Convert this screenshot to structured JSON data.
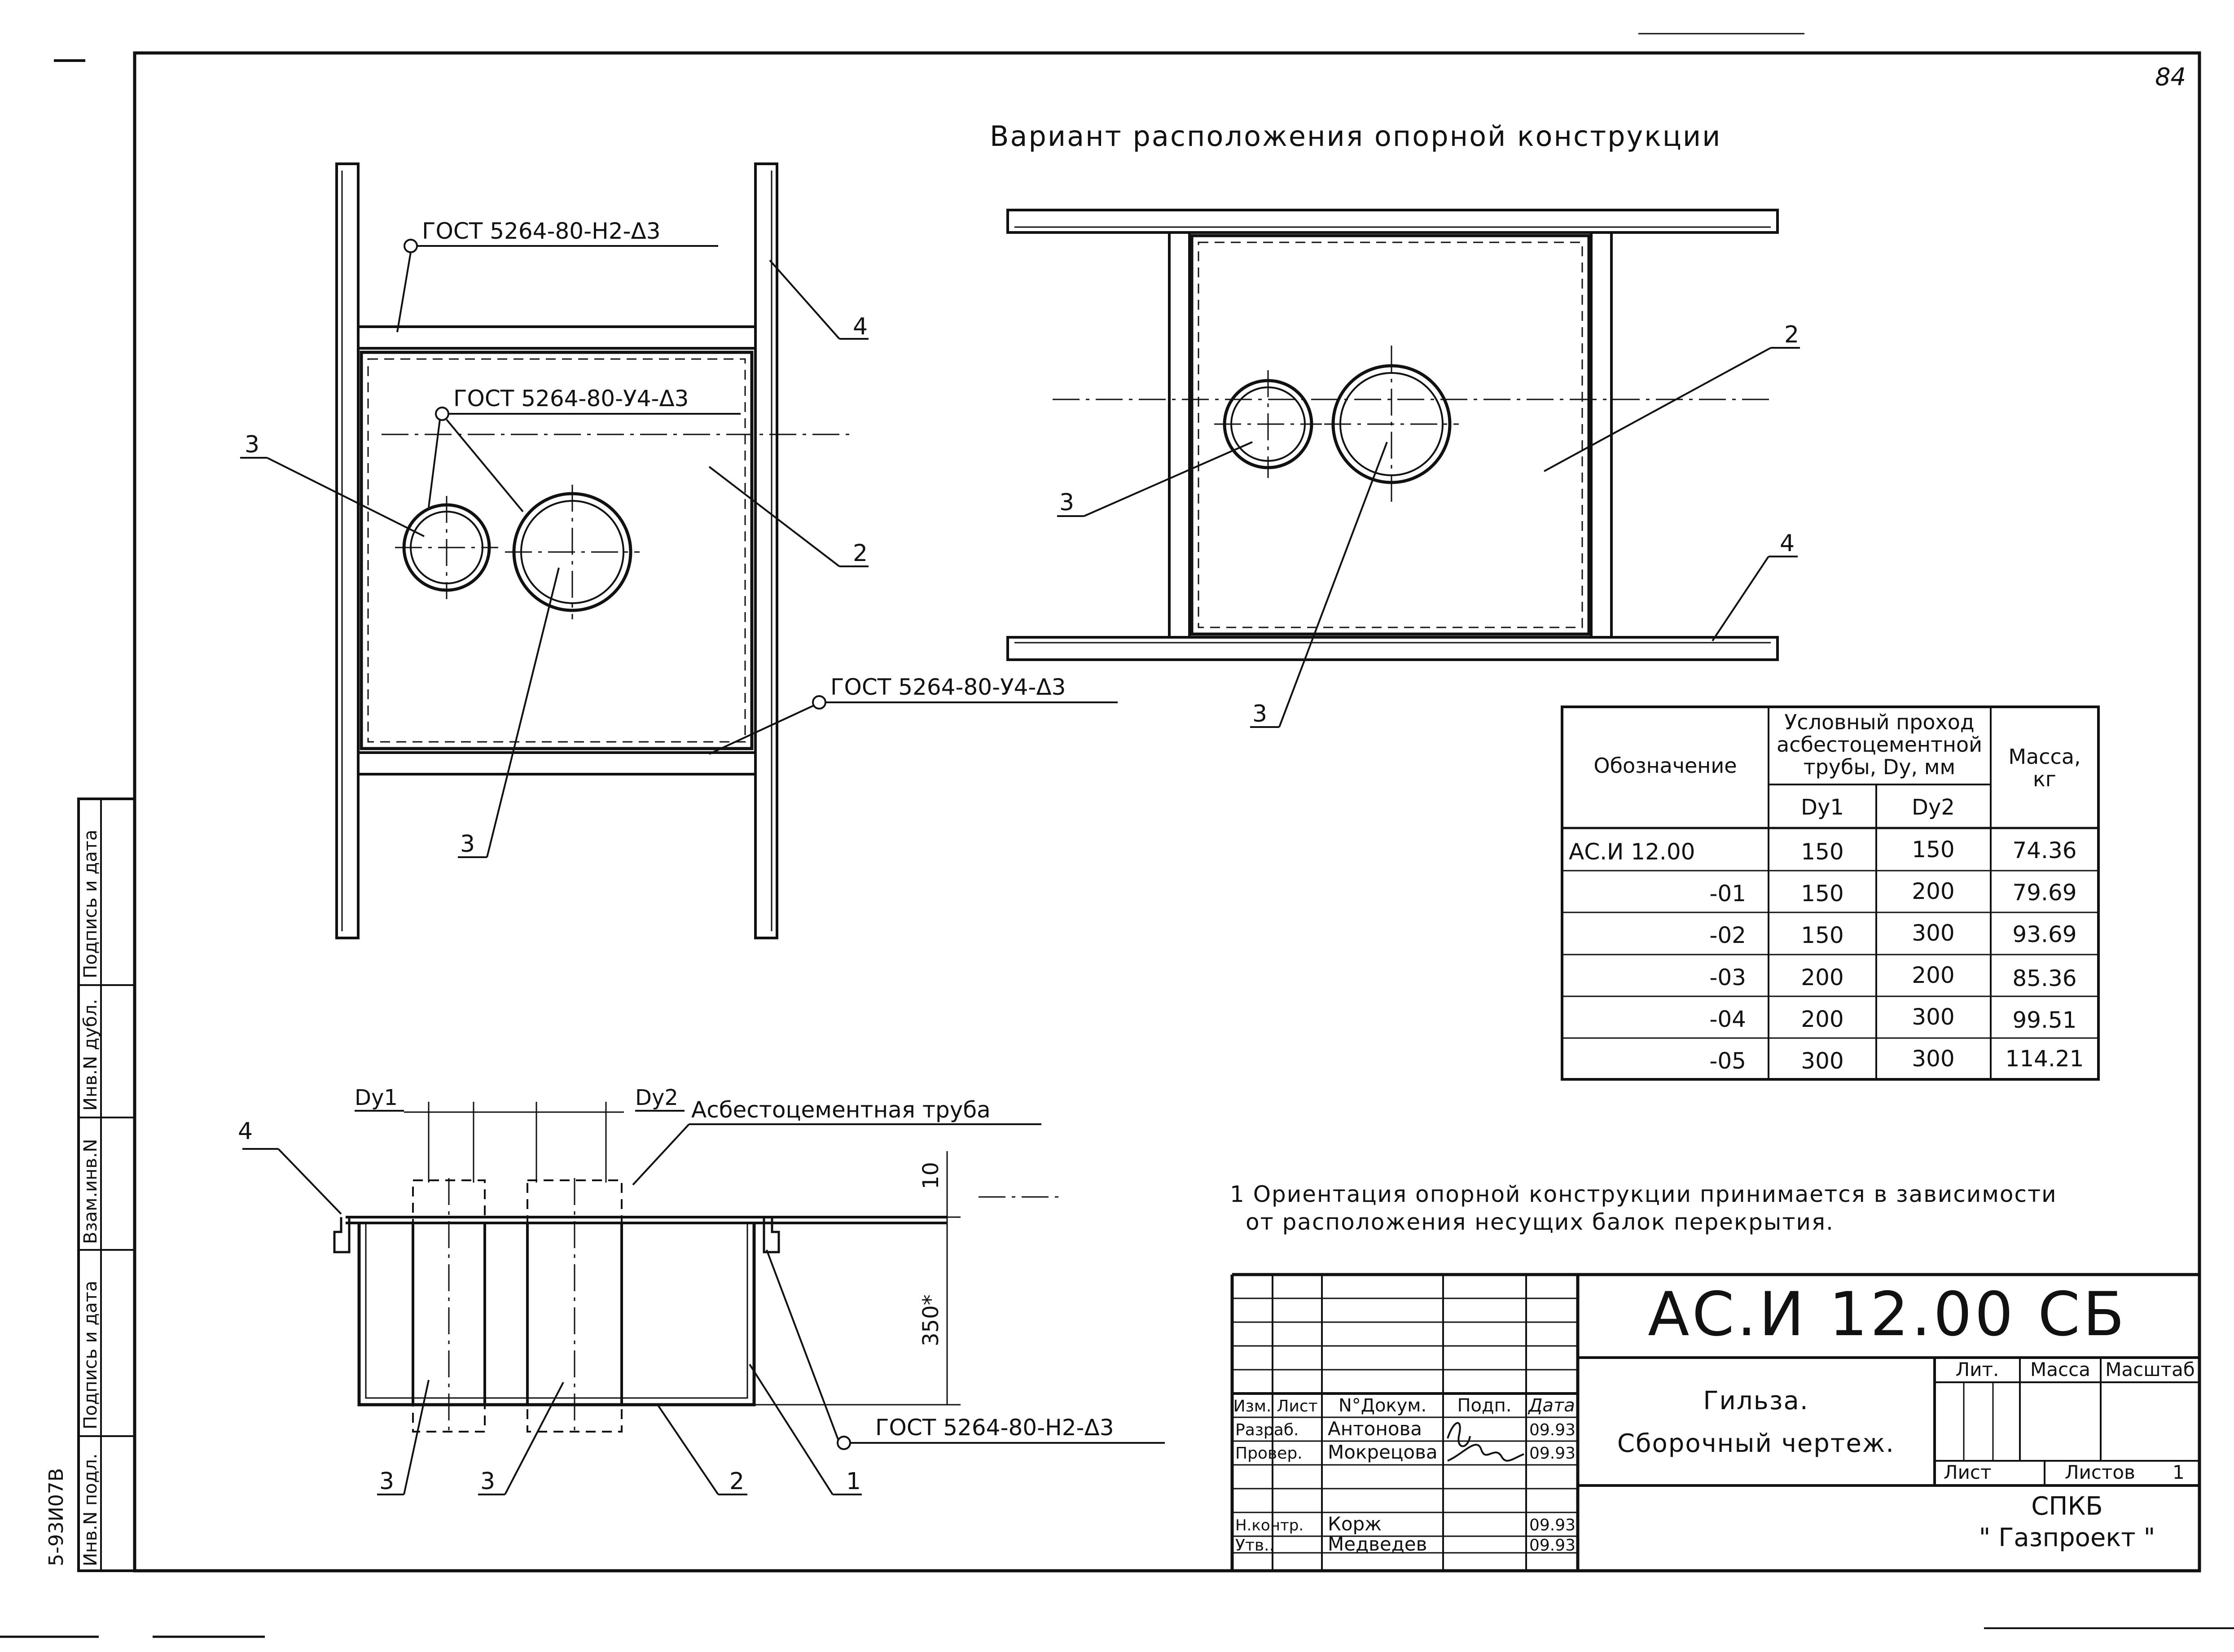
{
  "sheet_number": "84",
  "section_title": "Вариант расположения опорной конструкции",
  "weld_labels": {
    "top_left": "ГОСТ 5264-80-Н2-Δ3",
    "pipes": "ГОСТ 5264-80-У4-Δ3",
    "bottom_left": "ГОСТ 5264-80-У4-Δ3",
    "section": "ГОСТ 5264-80-Н2-Δ3"
  },
  "callouts": {
    "main_4": "4",
    "main_3a": "3",
    "main_2": "2",
    "main_3b": "3",
    "var_2": "2",
    "var_3a": "3",
    "var_4": "4",
    "var_3b": "3",
    "sec_4": "4",
    "sec_3a": "3",
    "sec_3b": "3",
    "sec_2": "2",
    "sec_1": "1"
  },
  "section_view": {
    "dy1": "Dу1",
    "dy2": "Dу2",
    "pipe_label": "Асбестоцементная труба",
    "dim_top": "10",
    "dim_height": "350*"
  },
  "note": {
    "line1": "1 Ориентация опорной конструкции принимается в зависимости",
    "line2": "от расположения несущих балок перекрытия."
  },
  "table": {
    "header_designation": "Обозначение",
    "header_passage_1": "Условный проход",
    "header_passage_2": "асбестоцементной",
    "header_passage_3": "трубы, Dу, мм",
    "header_mass_1": "Масса,",
    "header_mass_2": "кг",
    "sub_dy1": "Dу1",
    "sub_dy2": "Dу2",
    "rows": [
      {
        "designation": "АС.И 12.00",
        "dy1": "150",
        "dy2": "150",
        "mass": "74.36"
      },
      {
        "designation": "-01",
        "dy1": "150",
        "dy2": "200",
        "mass": "79.69"
      },
      {
        "designation": "-02",
        "dy1": "150",
        "dy2": "300",
        "mass": "93.69"
      },
      {
        "designation": "-03",
        "dy1": "200",
        "dy2": "200",
        "mass": "85.36"
      },
      {
        "designation": "-04",
        "dy1": "200",
        "dy2": "300",
        "mass": "99.51"
      },
      {
        "designation": "-05",
        "dy1": "300",
        "dy2": "300",
        "mass": "114.21"
      }
    ]
  },
  "title_block": {
    "code": "АС.И 12.00 СБ",
    "name_1": "Гильза.",
    "name_2": "Сборочный чертеж.",
    "col_izm": "Изм.",
    "col_list": "Лист",
    "col_doc": "N°Докум.",
    "col_sign": "Подп.",
    "col_date": "Дата",
    "lit": "Лит.",
    "massa": "Масса",
    "masshtab": "Масштаб",
    "list": "Лист",
    "listov": "Листов",
    "listov_value": "1",
    "org_1": "СПКБ",
    "org_2": "\" Газпроект \"",
    "staff": [
      {
        "role": "Разраб.",
        "name": "Антонова",
        "date": "09.93"
      },
      {
        "role": "Провер.",
        "name": "Мокрецова",
        "date": "09.93"
      },
      {
        "role": "Н.контр.",
        "name": "Корж",
        "date": "09.93"
      },
      {
        "role": "Утв..",
        "name": "Медведев",
        "date": "09.93"
      }
    ]
  },
  "side_stamp": {
    "podpis_data_top": "Подпись и дата",
    "inv_dubl": "Инв.N дубл.",
    "vzam_inv": "Взам.инв.N",
    "podpis_data_bottom": "Подпись и дата",
    "inv_podl": "Инв.N подл.",
    "inv_number": "5-93И07В"
  }
}
